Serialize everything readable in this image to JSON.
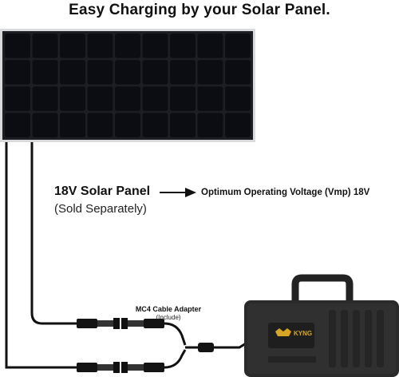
{
  "headline": "Easy Charging by your Solar Panel.",
  "panel": {
    "name": "18V Solar Panel",
    "note": "(Sold Separately)"
  },
  "voltage": {
    "text": "Optimum Operating Voltage (Vmp) 18V"
  },
  "adapter": {
    "name": "MC4 Cable Adapter",
    "note": "(Include)"
  },
  "device": {
    "brand": "KYNG"
  },
  "icons": [
    "solar-panel-icon",
    "arrow-right-icon",
    "mc4-connector-icon",
    "power-station-icon"
  ],
  "colors": {
    "cell": "#0c0d12",
    "frame": "#d9dadc",
    "station": "#2a2a2a",
    "badge": "#d7a624"
  }
}
